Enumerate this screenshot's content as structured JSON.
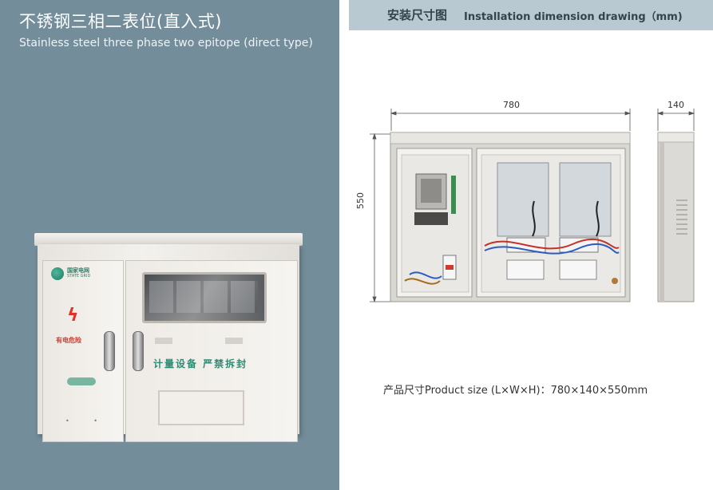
{
  "left_panel": {
    "title_cn": "不锈钢三相二表位(直入式)",
    "title_en": "Stainless steel three phase two epitope (direct type)"
  },
  "cabinet_photo": {
    "brand_cn": "国家电网",
    "brand_en": "STATE GRID",
    "warning_cn": "有电危险",
    "metering_cn": "计量设备  严禁拆封"
  },
  "right_panel": {
    "header_cn": "安装尺寸图",
    "header_en": "Installation dimension drawing（mm)",
    "dimensions": {
      "width": "780",
      "depth": "140",
      "height": "550"
    },
    "product_size": "产品尺寸Product size (L×W×H)：780×140×550mm"
  },
  "colors": {
    "left_bg": "#738d9a",
    "header_bg": "#b9c9d2",
    "accent_green": "#2f8a72",
    "warning_red": "#e03325"
  }
}
